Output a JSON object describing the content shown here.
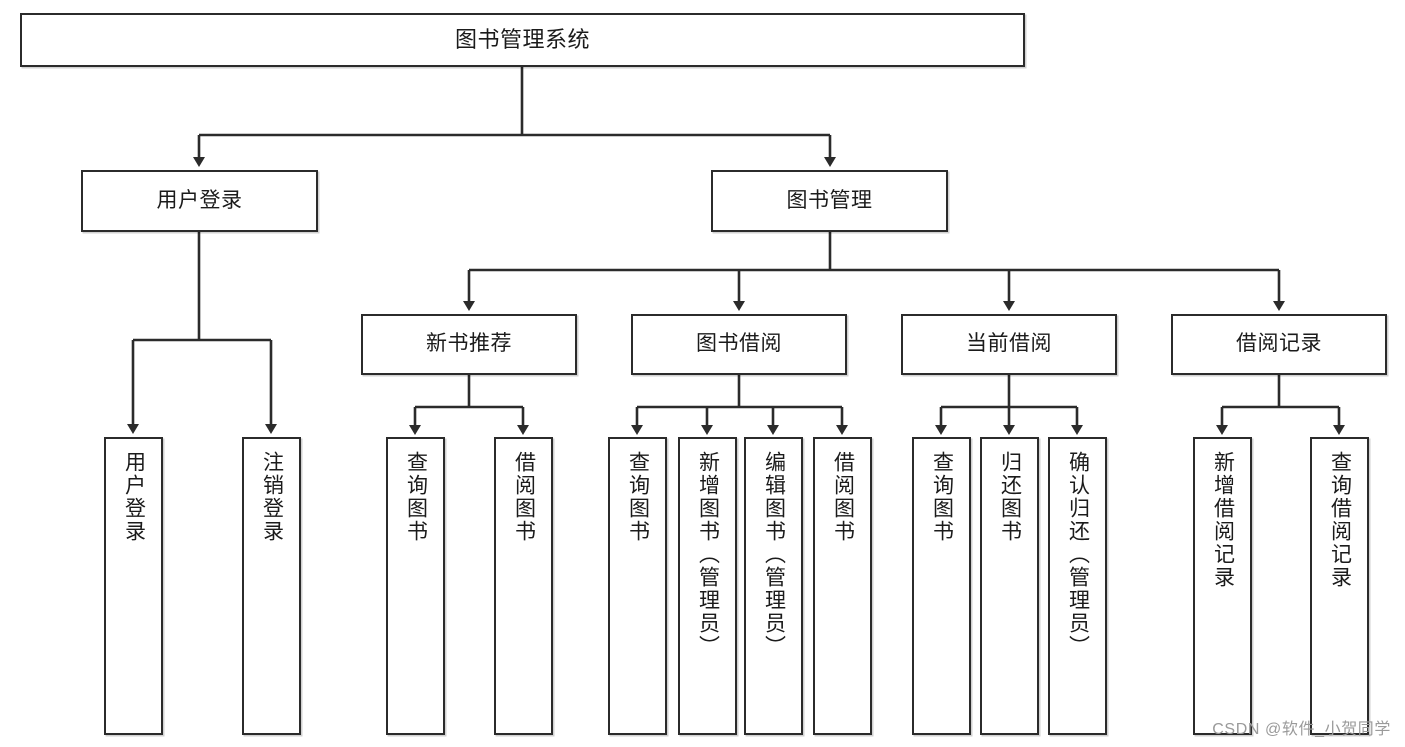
{
  "diagram": {
    "title": "图书管理系统",
    "watermark": "CSDN @软件_小贺同学",
    "line_color": "#2b2b2b",
    "box_fill": "#ffffff",
    "text_color": "#1b1b1b",
    "nodes": {
      "root": "图书管理系统",
      "level2": {
        "user_login": "用户登录",
        "book_manage": "图书管理"
      },
      "level3": {
        "new_book_recommend": "新书推荐",
        "book_borrow": "图书借阅",
        "current_borrow": "当前借阅",
        "borrow_record": "借阅记录"
      },
      "leaves": {
        "user_login_1": "用户登录",
        "user_login_2": "注销登录",
        "recommend_1": "查询图书",
        "recommend_2": "借阅图书",
        "borrow_1": "查询图书",
        "borrow_2": "新增图书（管理员）",
        "borrow_3": "编辑图书（管理员）",
        "borrow_4": "借阅图书",
        "current_1": "查询图书",
        "current_2": "归还图书",
        "current_3": "确认归还（管理员）",
        "record_1": "新增借阅记录",
        "record_2": "查询借阅记录"
      }
    }
  }
}
